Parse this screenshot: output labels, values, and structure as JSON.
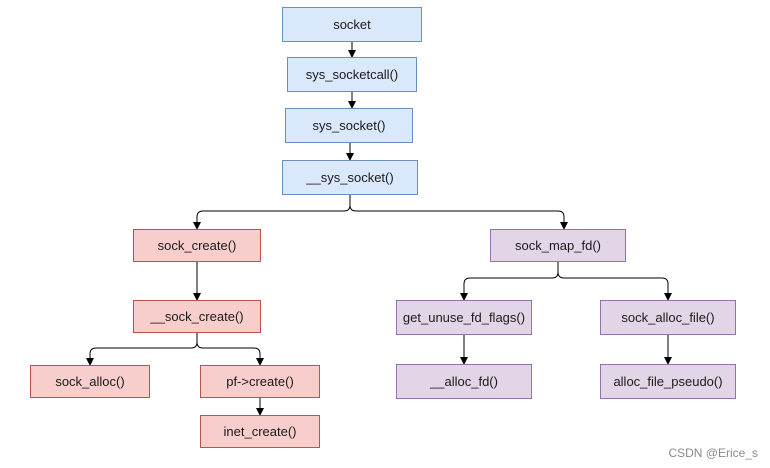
{
  "nodes": {
    "socket": "socket",
    "sys_socketcall": "sys_socketcall()",
    "sys_socket": "sys_socket()",
    "__sys_socket": "__sys_socket()",
    "sock_create": "sock_create()",
    "__sock_create": "__sock_create()",
    "sock_alloc": "sock_alloc()",
    "pf_create": "pf->create()",
    "inet_create": "inet_create()",
    "sock_map_fd": "sock_map_fd()",
    "get_unused_fd_flags": "get_unuse_fd_flags()",
    "__alloc_fd": "__alloc_fd()",
    "sock_alloc_file": "sock_alloc_file()",
    "alloc_file_pseudo": "alloc_file_pseudo()"
  },
  "colors": {
    "blue_fill": "#dae8fc",
    "blue_border": "#6c8ebf",
    "red_fill": "#f8cecc",
    "red_border": "#b85450",
    "purple_fill": "#e1d5e7",
    "purple_border": "#9673a6",
    "connector": "#000000"
  },
  "watermark": "CSDN @Erice_s"
}
